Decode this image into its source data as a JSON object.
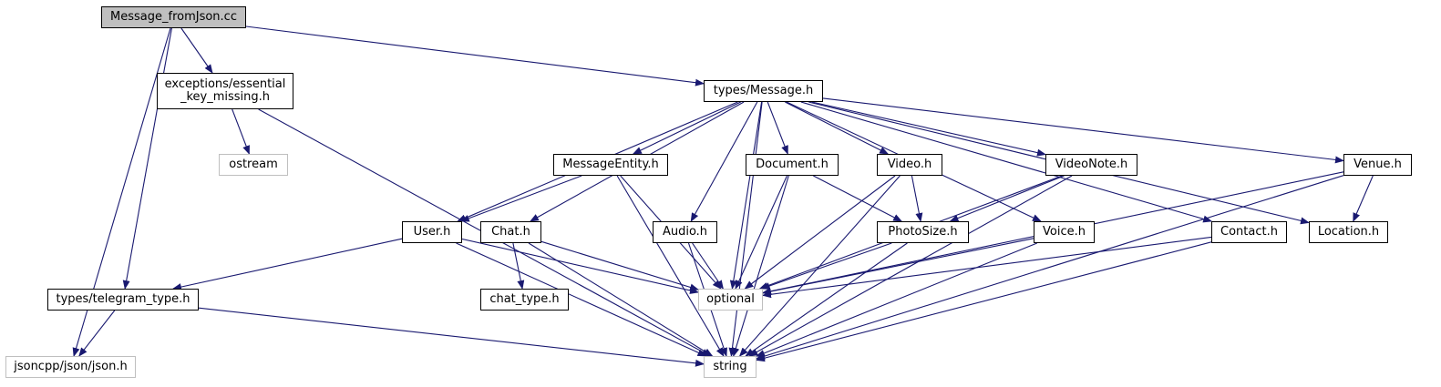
{
  "nodes": [
    {
      "id": "root",
      "label": "Message_fromJson.cc",
      "kind": "root"
    },
    {
      "id": "essential",
      "label": "exceptions/essential\n_key_missing.h",
      "kind": "header"
    },
    {
      "id": "ostream",
      "label": "ostream",
      "kind": "external"
    },
    {
      "id": "message",
      "label": "types/Message.h",
      "kind": "header"
    },
    {
      "id": "telegram",
      "label": "types/telegram_type.h",
      "kind": "header"
    },
    {
      "id": "json",
      "label": "jsoncpp/json/json.h",
      "kind": "external"
    },
    {
      "id": "string",
      "label": "string",
      "kind": "external"
    },
    {
      "id": "optional",
      "label": "optional",
      "kind": "external"
    },
    {
      "id": "msgentity",
      "label": "MessageEntity.h",
      "kind": "header"
    },
    {
      "id": "document",
      "label": "Document.h",
      "kind": "header"
    },
    {
      "id": "video",
      "label": "Video.h",
      "kind": "header"
    },
    {
      "id": "videonote",
      "label": "VideoNote.h",
      "kind": "header"
    },
    {
      "id": "venue",
      "label": "Venue.h",
      "kind": "header"
    },
    {
      "id": "user",
      "label": "User.h",
      "kind": "header"
    },
    {
      "id": "chat",
      "label": "Chat.h",
      "kind": "header"
    },
    {
      "id": "audio",
      "label": "Audio.h",
      "kind": "header"
    },
    {
      "id": "photosize",
      "label": "PhotoSize.h",
      "kind": "header"
    },
    {
      "id": "voice",
      "label": "Voice.h",
      "kind": "header"
    },
    {
      "id": "contact",
      "label": "Contact.h",
      "kind": "header"
    },
    {
      "id": "location",
      "label": "Location.h",
      "kind": "header"
    },
    {
      "id": "chattype",
      "label": "chat_type.h",
      "kind": "header"
    }
  ],
  "edges": [
    [
      "root",
      "essential"
    ],
    [
      "root",
      "message"
    ],
    [
      "root",
      "telegram"
    ],
    [
      "root",
      "json"
    ],
    [
      "essential",
      "ostream"
    ],
    [
      "essential",
      "string"
    ],
    [
      "message",
      "msgentity"
    ],
    [
      "message",
      "document"
    ],
    [
      "message",
      "video"
    ],
    [
      "message",
      "videonote"
    ],
    [
      "message",
      "venue"
    ],
    [
      "message",
      "user"
    ],
    [
      "message",
      "chat"
    ],
    [
      "message",
      "audio"
    ],
    [
      "message",
      "voice"
    ],
    [
      "message",
      "contact"
    ],
    [
      "message",
      "location"
    ],
    [
      "message",
      "optional"
    ],
    [
      "message",
      "string"
    ],
    [
      "msgentity",
      "user"
    ],
    [
      "msgentity",
      "optional"
    ],
    [
      "msgentity",
      "string"
    ],
    [
      "document",
      "photosize"
    ],
    [
      "document",
      "optional"
    ],
    [
      "document",
      "string"
    ],
    [
      "video",
      "photosize"
    ],
    [
      "video",
      "optional"
    ],
    [
      "video",
      "string"
    ],
    [
      "videonote",
      "photosize"
    ],
    [
      "videonote",
      "optional"
    ],
    [
      "videonote",
      "string"
    ],
    [
      "venue",
      "location"
    ],
    [
      "venue",
      "optional"
    ],
    [
      "venue",
      "string"
    ],
    [
      "user",
      "telegram"
    ],
    [
      "user",
      "optional"
    ],
    [
      "user",
      "string"
    ],
    [
      "chat",
      "chattype"
    ],
    [
      "chat",
      "optional"
    ],
    [
      "chat",
      "string"
    ],
    [
      "audio",
      "optional"
    ],
    [
      "audio",
      "string"
    ],
    [
      "photosize",
      "optional"
    ],
    [
      "photosize",
      "string"
    ],
    [
      "voice",
      "optional"
    ],
    [
      "voice",
      "string"
    ],
    [
      "contact",
      "optional"
    ],
    [
      "contact",
      "string"
    ],
    [
      "telegram",
      "json"
    ],
    [
      "telegram",
      "string"
    ]
  ],
  "colors": {
    "edge": "#191970",
    "root_fill": "#bfbfbf",
    "external_border": "#bfbfbf"
  }
}
